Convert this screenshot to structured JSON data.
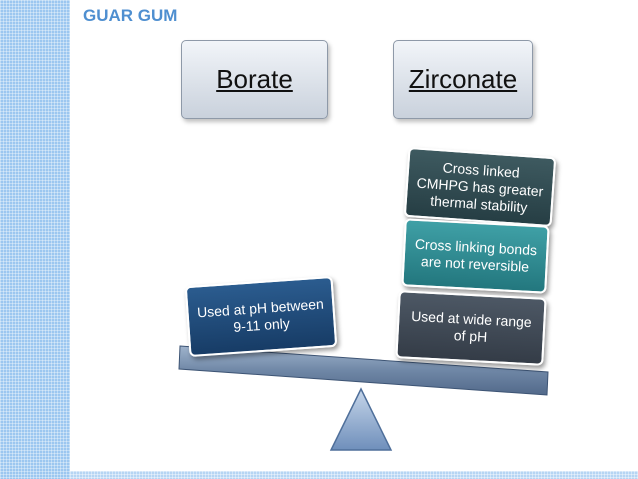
{
  "slide": {
    "title": "GUAR GUM"
  },
  "headers": {
    "left": "Borate",
    "right": "Zirconate"
  },
  "left_items": [
    "Used at pH between 9-11 only"
  ],
  "right_items": [
    "Cross linked CMHPG has greater thermal stability",
    "Cross linking bonds are not reversible",
    "Used at wide range of pH"
  ],
  "colors": {
    "title": "#4f8fd0",
    "accent_strip": "#9cc7f0",
    "tile_dark_teal": "#2f4a50",
    "tile_teal": "#2e8c93",
    "tile_slate": "#3e4753",
    "tile_navy": "#204a78",
    "beam": "#6f87a6",
    "fulcrum": "#7d9ac2"
  }
}
